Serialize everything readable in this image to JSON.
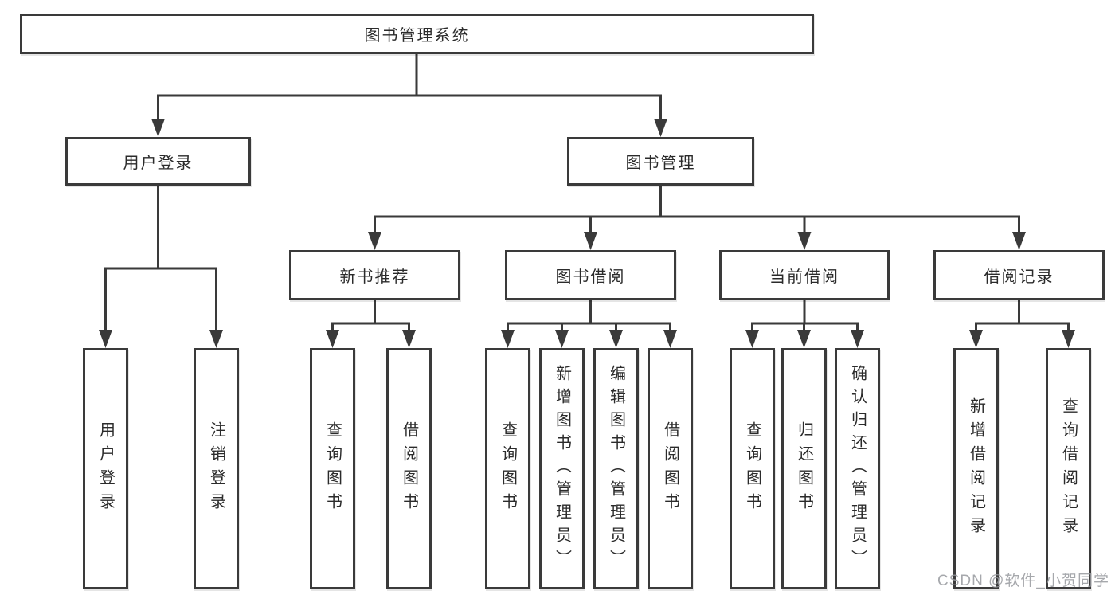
{
  "diagram": {
    "root": {
      "label": "图书管理系统"
    },
    "level2": [
      {
        "label": "用户登录"
      },
      {
        "label": "图书管理"
      }
    ],
    "level3": [
      {
        "label": "新书推荐",
        "parent": "图书管理"
      },
      {
        "label": "图书借阅",
        "parent": "图书管理"
      },
      {
        "label": "当前借阅",
        "parent": "图书管理"
      },
      {
        "label": "借阅记录",
        "parent": "图书管理"
      }
    ],
    "leaves": [
      {
        "label": "用户登录",
        "parent": "用户登录"
      },
      {
        "label": "注销登录",
        "parent": "用户登录"
      },
      {
        "label": "查询图书",
        "parent": "新书推荐"
      },
      {
        "label": "借阅图书",
        "parent": "新书推荐"
      },
      {
        "label": "查询图书",
        "parent": "图书借阅"
      },
      {
        "label": "新增图书（管理员）",
        "parent": "图书借阅"
      },
      {
        "label": "编辑图书（管理员）",
        "parent": "图书借阅"
      },
      {
        "label": "借阅图书",
        "parent": "图书借阅"
      },
      {
        "label": "查询图书",
        "parent": "当前借阅"
      },
      {
        "label": "归还图书",
        "parent": "当前借阅"
      },
      {
        "label": "确认归还（管理员）",
        "parent": "当前借阅"
      },
      {
        "label": "新增借阅记录",
        "parent": "借阅记录"
      },
      {
        "label": "查询借阅记录",
        "parent": "借阅记录"
      }
    ],
    "watermark": "CSDN @软件_小贺同学",
    "colors": {
      "line": "#3a3a3a",
      "box_border": "#3a3a3a",
      "text": "#2b2b2b",
      "watermark": "#96999e",
      "background": "#ffffff"
    }
  }
}
